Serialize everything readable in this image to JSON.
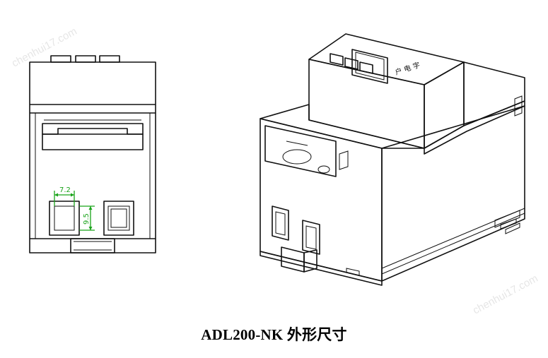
{
  "caption": "ADL200-NK 外形尺寸",
  "watermark": "chenhui17.com",
  "front_view": {
    "dim_width": "7.2",
    "dim_height": "9.5",
    "dim_color": "#19a319"
  },
  "device_3d": {
    "panel_glyphs": "户 电 字"
  }
}
